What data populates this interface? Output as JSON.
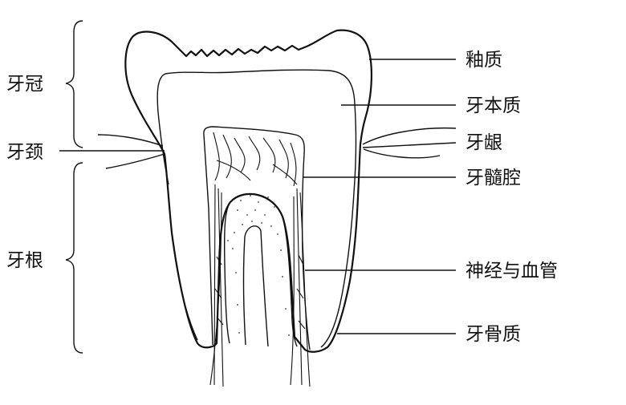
{
  "labels": {
    "crown": "牙冠",
    "neck": "牙颈",
    "root": "牙根",
    "enamel": "釉质",
    "dentin": "牙本质",
    "gum": "牙龈",
    "pulp_cavity": "牙髓腔",
    "nerves_vessels": "神经与血管",
    "cementum": "牙骨质"
  }
}
